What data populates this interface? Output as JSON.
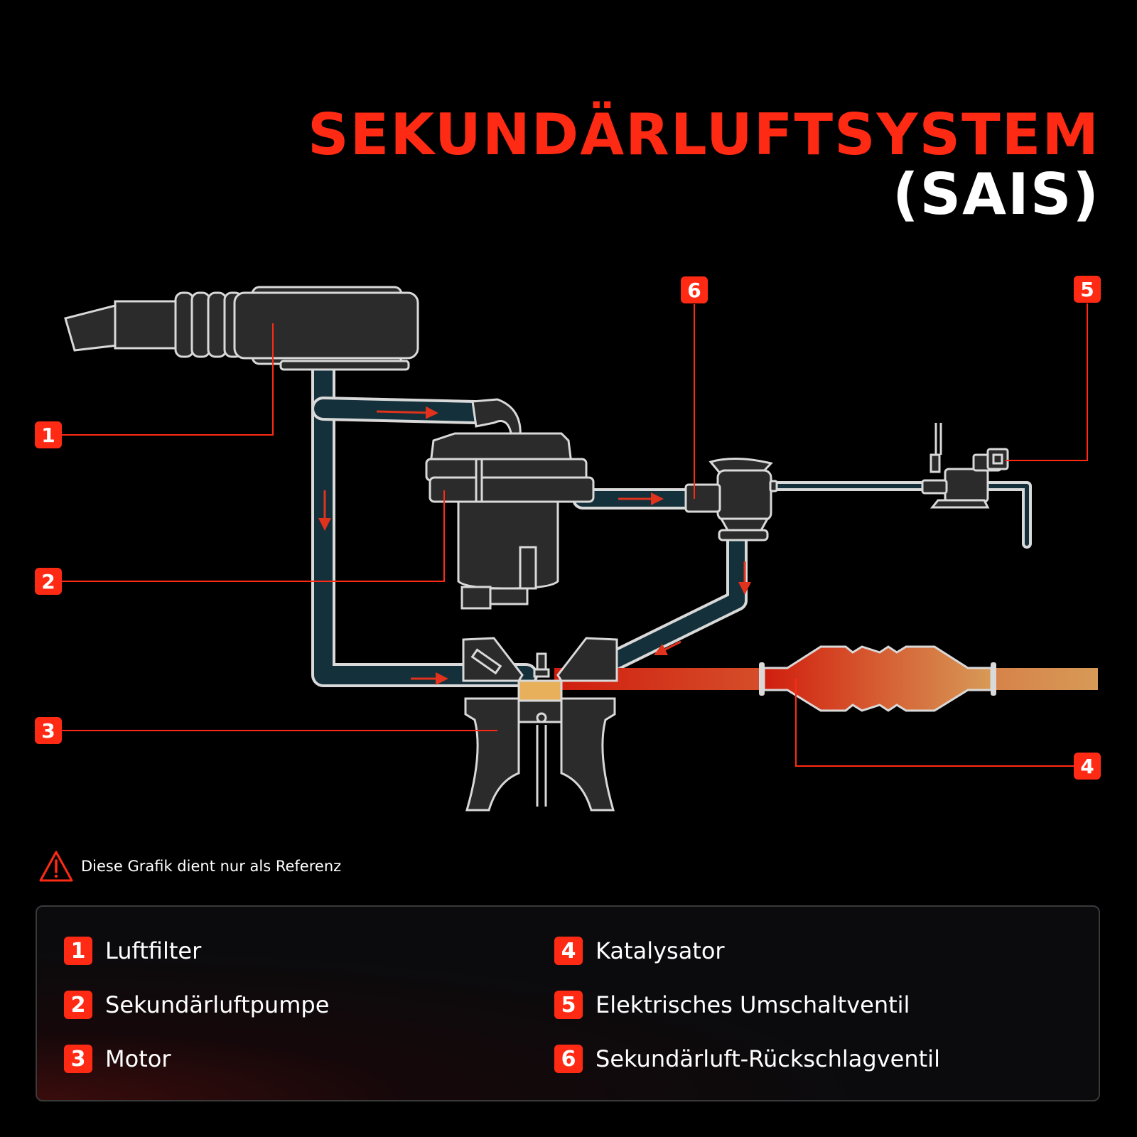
{
  "title": {
    "main": "SEKUNDÄRLUFTSYSTEM",
    "sub": "(SAIS)"
  },
  "callouts": [
    "1",
    "2",
    "3",
    "4",
    "5",
    "6"
  ],
  "warning": {
    "icon": "warning-triangle-icon",
    "text": "Diese Grafik dient nur als Referenz"
  },
  "legend": [
    {
      "number": "1",
      "label": "Luftfilter"
    },
    {
      "number": "2",
      "label": "Sekundärluftpumpe"
    },
    {
      "number": "3",
      "label": "Motor"
    },
    {
      "number": "4",
      "label": "Katalysator"
    },
    {
      "number": "5",
      "label": "Elektrisches Umschaltventil"
    },
    {
      "number": "6",
      "label": "Sekundärluft-Rückschlagventil"
    }
  ],
  "colors": {
    "accent": "#ff2a14",
    "pipe": "#14303a",
    "outline": "#d9d9d9",
    "exhaust_start": "#d01e0e",
    "exhaust_end": "#d79a57"
  }
}
